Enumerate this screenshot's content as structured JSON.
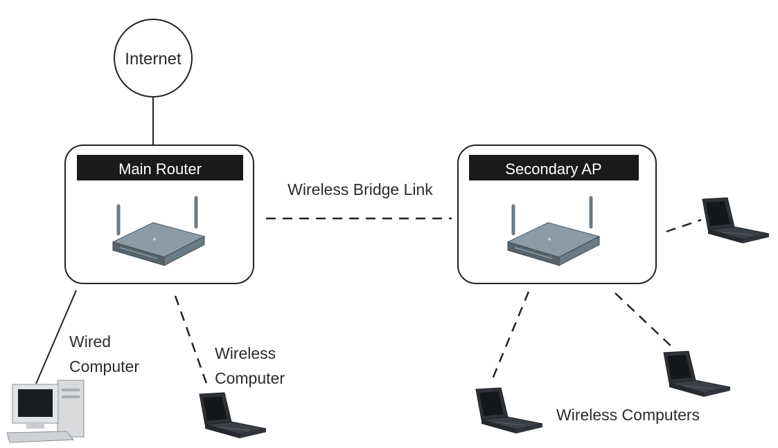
{
  "diagram": {
    "internet": {
      "label": "Internet"
    },
    "main_router": {
      "label": "Main Router"
    },
    "secondary_ap": {
      "label": "Secondary AP"
    },
    "bridge_link": {
      "label": "Wireless Bridge Link"
    },
    "wired_computer": {
      "label_line1": "Wired",
      "label_line2": "Computer"
    },
    "wireless_computer": {
      "label_line1": "Wireless",
      "label_line2": "Computer"
    },
    "wireless_computers": {
      "label": "Wireless Computers"
    }
  },
  "colors": {
    "line": "#222222",
    "header_bg": "#1a1a1a",
    "header_text": "#ffffff",
    "router_body": "#5f6f7a",
    "router_top": "#8495a0",
    "laptop_body": "#2f3338",
    "laptop_screen": "#14171a"
  }
}
